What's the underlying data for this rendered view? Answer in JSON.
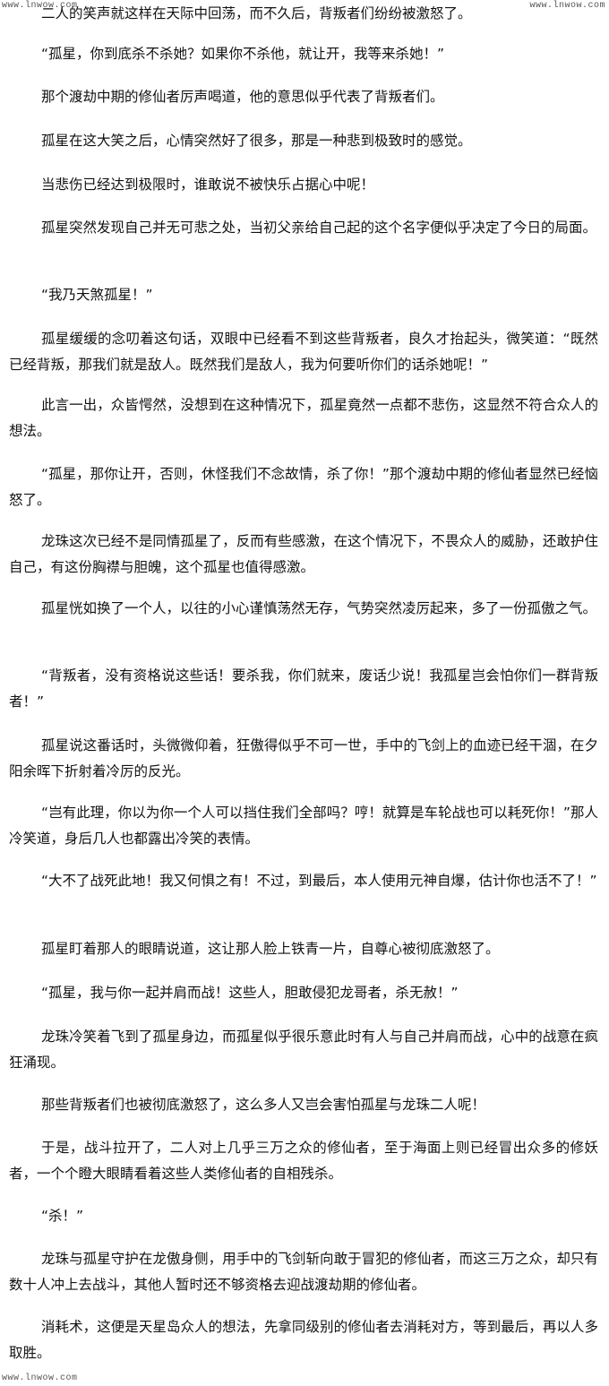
{
  "watermark": {
    "top_left": "www.lnwow.com",
    "top_right": "www.lnwow.com",
    "bottom_left": "www.lnwow.com"
  },
  "paragraphs": [
    "二人的笑声就这样在天际中回荡，而不久后，背叛者们纷纷被激怒了。",
    "“孤星，你到底杀不杀她？如果你不杀他，就让开，我等来杀她！”",
    "那个渡劫中期的修仙者厉声喝道，他的意思似乎代表了背叛者们。",
    "孤星在这大笑之后，心情突然好了很多，那是一种悲到极致时的感觉。",
    "当悲伤已经达到极限时，谁敢说不被快乐占据心中呢！",
    "孤星突然发现自己并无可悲之处，当初父亲给自己起的这个名字便似乎决定了今日的局面。",
    "“我乃天煞孤星！”",
    "孤星缓缓的念叨着这句话，双眼中已经看不到这些背叛者，良久才抬起头，微笑道：“既然已经背叛，那我们就是敌人。既然我们是敌人，我为何要听你们的话杀她呢！”",
    "此言一出，众皆愕然，没想到在这种情况下，孤星竟然一点都不悲伤，这显然不符合众人的想法。",
    "“孤星，那你让开，否则，休怪我们不念故情，杀了你！”那个渡劫中期的修仙者显然已经恼怒了。",
    "龙珠这次已经不是同情孤星了，反而有些感激，在这个情况下，不畏众人的威胁，还敢护住自己，有这份胸襟与胆魄，这个孤星也值得感激。",
    "孤星恍如换了一个人，以往的小心谨慎荡然无存，气势突然凌厉起来，多了一份孤傲之气。",
    "“背叛者，没有资格说这些话！要杀我，你们就来，废话少说！我孤星岂会怕你们一群背叛者！”",
    "孤星说这番话时，头微微仰着，狂傲得似乎不可一世，手中的飞剑上的血迹已经干涸，在夕阳余晖下折射着冷厉的反光。",
    "“岂有此理，你以为你一个人可以挡住我们全部吗？哼！就算是车轮战也可以耗死你！”那人冷笑道，身后几人也都露出冷笑的表情。",
    "“大不了战死此地！我又何惧之有！不过，到最后，本人使用元神自爆，估计你也活不了！”",
    "孤星盯着那人的眼睛说道，这让那人脸上铁青一片，自尊心被彻底激怒了。",
    "“孤星，我与你一起并肩而战！这些人，胆敢侵犯龙哥者，杀无赦！”",
    "龙珠冷笑着飞到了孤星身边，而孤星似乎很乐意此时有人与自己并肩而战，心中的战意在疯狂涌现。",
    "那些背叛者们也被彻底激怒了，这么多人又岂会害怕孤星与龙珠二人呢！",
    "于是，战斗拉开了，二人对上几乎三万之众的修仙者，至于海面上则已经冒出众多的修妖者，一个个瞪大眼睛看着这些人类修仙者的自相残杀。",
    "“杀！”",
    "龙珠与孤星守护在龙傲身侧，用手中的飞剑斩向敢于冒犯的修仙者，而这三万之众，却只有数十人冲上去战斗，其他人暂时还不够资格去迎战渡劫期的修仙者。",
    "消耗术，这便是天星岛众人的想法，先拿同级别的修仙者去消耗对方，等到最后，再以人多取胜。"
  ]
}
